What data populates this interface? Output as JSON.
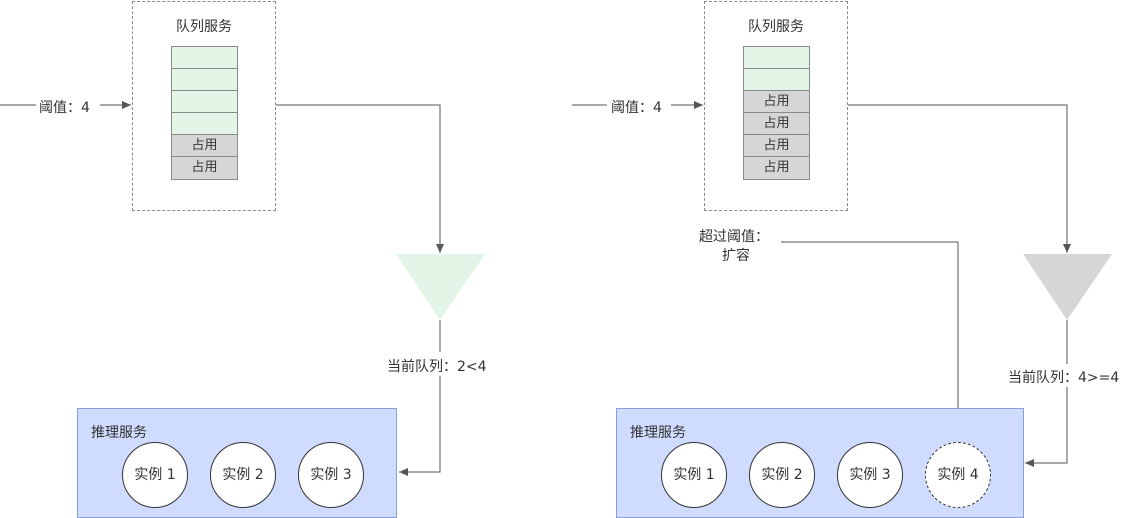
{
  "left": {
    "queue_title": "队列服务",
    "threshold_label": "阈值：4",
    "slots": [
      {
        "state": "free",
        "text": ""
      },
      {
        "state": "free",
        "text": ""
      },
      {
        "state": "free",
        "text": ""
      },
      {
        "state": "free",
        "text": ""
      },
      {
        "state": "used",
        "text": "占用"
      },
      {
        "state": "used",
        "text": "占用"
      }
    ],
    "current_label": "当前队列：2<4",
    "service_title": "推理服务",
    "instances": [
      "实例 1",
      "实例 2",
      "实例 3"
    ],
    "triangle_color": "#e2f5e6"
  },
  "right": {
    "queue_title": "队列服务",
    "threshold_label": "阈值：4",
    "slots": [
      {
        "state": "free",
        "text": ""
      },
      {
        "state": "free",
        "text": ""
      },
      {
        "state": "used",
        "text": "占用"
      },
      {
        "state": "used",
        "text": "占用"
      },
      {
        "state": "used",
        "text": "占用"
      },
      {
        "state": "used",
        "text": "占用"
      }
    ],
    "exceed_label_line1": "超过阈值：",
    "exceed_label_line2": "扩容",
    "current_label": "当前队列：4>=4",
    "service_title": "推理服务",
    "instances": [
      "实例 1",
      "实例 2",
      "实例 3"
    ],
    "new_instance": "实例 4",
    "triangle_color": "#d6d6d6"
  },
  "colors": {
    "free_slot": "#e2f5e6",
    "used_slot": "#d6d6d6",
    "service_bg": "#cfdcff",
    "line": "#555555"
  }
}
